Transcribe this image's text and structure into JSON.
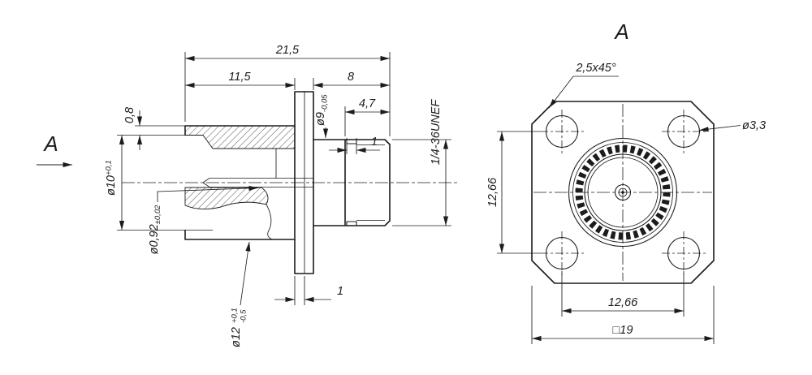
{
  "colors": {
    "line": "#1c1c1c",
    "background": "#ffffff"
  },
  "view_a_label": "A",
  "front_view_label": "A",
  "side": {
    "len_total": "21,5",
    "len_body": "11,5",
    "len_right": "8",
    "lip": "0,8",
    "d9_main": "ø9",
    "d9_tol": "-0,05",
    "thread_len": "4,7",
    "groove": "1",
    "thread_spec": "1/4-36UNEF",
    "d10_main": "ø10",
    "d10_tol": "+0,1",
    "pin_main": "ø0,92",
    "pin_tol": "±0,02",
    "d12_main": "ø12",
    "d12_tol_up": "+0,1",
    "d12_tol_dn": "-0,5",
    "flange_thk": "1"
  },
  "front": {
    "chamfer": "2,5x45°",
    "hole": "ø3,3",
    "pitch_v": "12,66",
    "pitch_h": "12,66",
    "square": "□19"
  }
}
